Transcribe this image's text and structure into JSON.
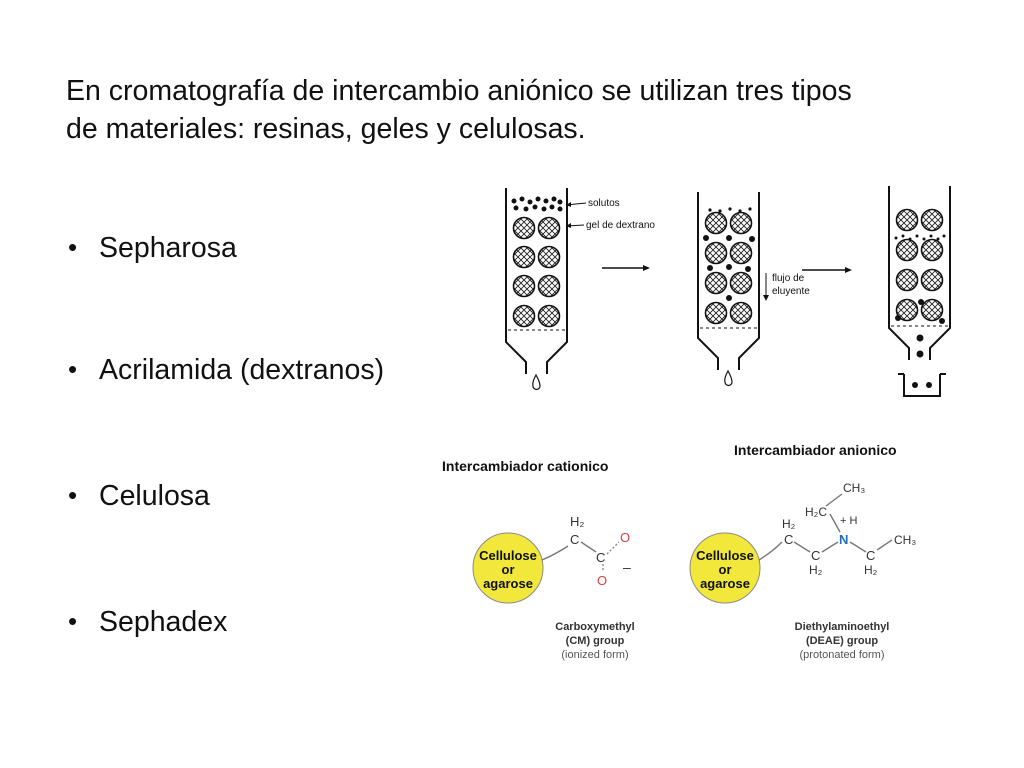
{
  "intro": {
    "line1": "En cromatografía de intercambio aniónico se utilizan tres tipos",
    "line2": "de materiales: resinas, geles y celulosas."
  },
  "bullets": [
    "Sepharosa",
    "Acrilamida (dextranos)",
    "Celulosa",
    "Sephadex"
  ],
  "column_figure": {
    "label_solutos": "solutos",
    "label_gel": "gel de dextrano",
    "label_flujo_1": "flujo de",
    "label_flujo_2": "eluyente"
  },
  "exchangers": {
    "anionico_caption": "Intercambiador anionico",
    "cationico_caption": "Intercambiador cationico",
    "bead_line1": "Cellulose",
    "bead_line2": "or",
    "bead_line3": "agarose",
    "cm": {
      "ch2": "H₂",
      "c1": "C",
      "c2": "C",
      "o_top": "O",
      "o_bot": "O",
      "minus": "–",
      "name1": "Carboxymethyl",
      "name2": "(CM) group",
      "form": "(ionized form)"
    },
    "deae": {
      "ch3_top": "CH₃",
      "h2c": "H₂C",
      "plus_h": "+ H",
      "n": "N",
      "ch3_right": "CH₃",
      "h2_a": "H₂",
      "c_a": "C",
      "c_b": "C",
      "h2_b": "H₂",
      "h2_c": "H₂",
      "c_c": "C",
      "name1": "Diethylaminoethyl",
      "name2": "(DEAE) group",
      "form": "(protonated form)"
    }
  },
  "colors": {
    "bead_fill": "#f2e83c",
    "nitrogen": "#1f6fb8",
    "oxygen": "#d84141",
    "bond": "#777777"
  }
}
